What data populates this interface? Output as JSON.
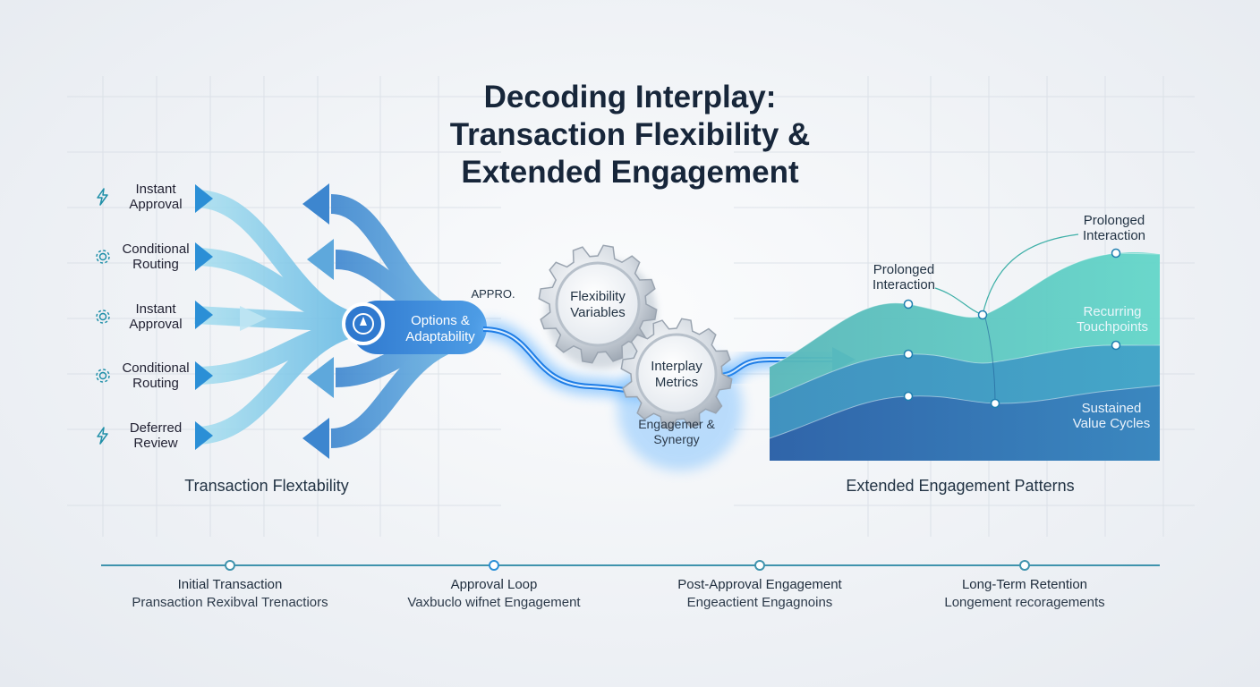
{
  "title": {
    "line1": "Decoding Interplay:",
    "line2": "Transaction Flexibility &",
    "line3": "Extended Engagement"
  },
  "options": [
    {
      "line1": "Instant",
      "line2": "Approval",
      "icon": "lightning-icon"
    },
    {
      "line1": "Conditional",
      "line2": "Routing",
      "icon": "gear-icon"
    },
    {
      "line1": "Instant",
      "line2": "Approval",
      "icon": "gear-icon"
    },
    {
      "line1": "Conditional",
      "line2": "Routing",
      "icon": "gear-icon"
    },
    {
      "line1": "Deferred",
      "line2": "Review",
      "icon": "lightning-icon"
    }
  ],
  "left_section_label": "Transaction Flextability",
  "hub": {
    "line1": "Options &",
    "line2": "Adaptability",
    "tag": "APPRO."
  },
  "gears": [
    {
      "line1": "Flexibility",
      "line2": "Variables"
    },
    {
      "line1": "Interplay",
      "line2": "Metrics"
    }
  ],
  "synergy": {
    "line1": "Engagemer &",
    "line2": "Synergy"
  },
  "chart": {
    "label_prolonged_1": {
      "line1": "Prolonged",
      "line2": "Interaction"
    },
    "label_prolonged_2": {
      "line1": "Prolonged",
      "line2": "Interaction"
    },
    "label_recurring": {
      "line1": "Recurring",
      "line2": "Touchpoints"
    },
    "label_sustained": {
      "line1": "Sustained",
      "line2": "Value Cycles"
    },
    "section_label": "Extended Engagement Patterns"
  },
  "timeline": [
    {
      "title": "Initial Transaction",
      "sub": "Pransaction Rexibval Trenactiors"
    },
    {
      "title": "Approval Loop",
      "sub": "Vaxbuclo wifnet Engagement"
    },
    {
      "title": "Post-Approval Engagement",
      "sub": "Engeactient Engagnoins"
    },
    {
      "title": "Long-Term Retention",
      "sub": "Longement  recoragements"
    }
  ],
  "colors": {
    "accent": "#1f8fd8",
    "arrow_light": "#8fd3ea",
    "arrow_dark": "#3f8fd0",
    "glow": "#4aa8ff",
    "chart_top": "#5fd0c8",
    "chart_bottom": "#2f6fb0"
  }
}
